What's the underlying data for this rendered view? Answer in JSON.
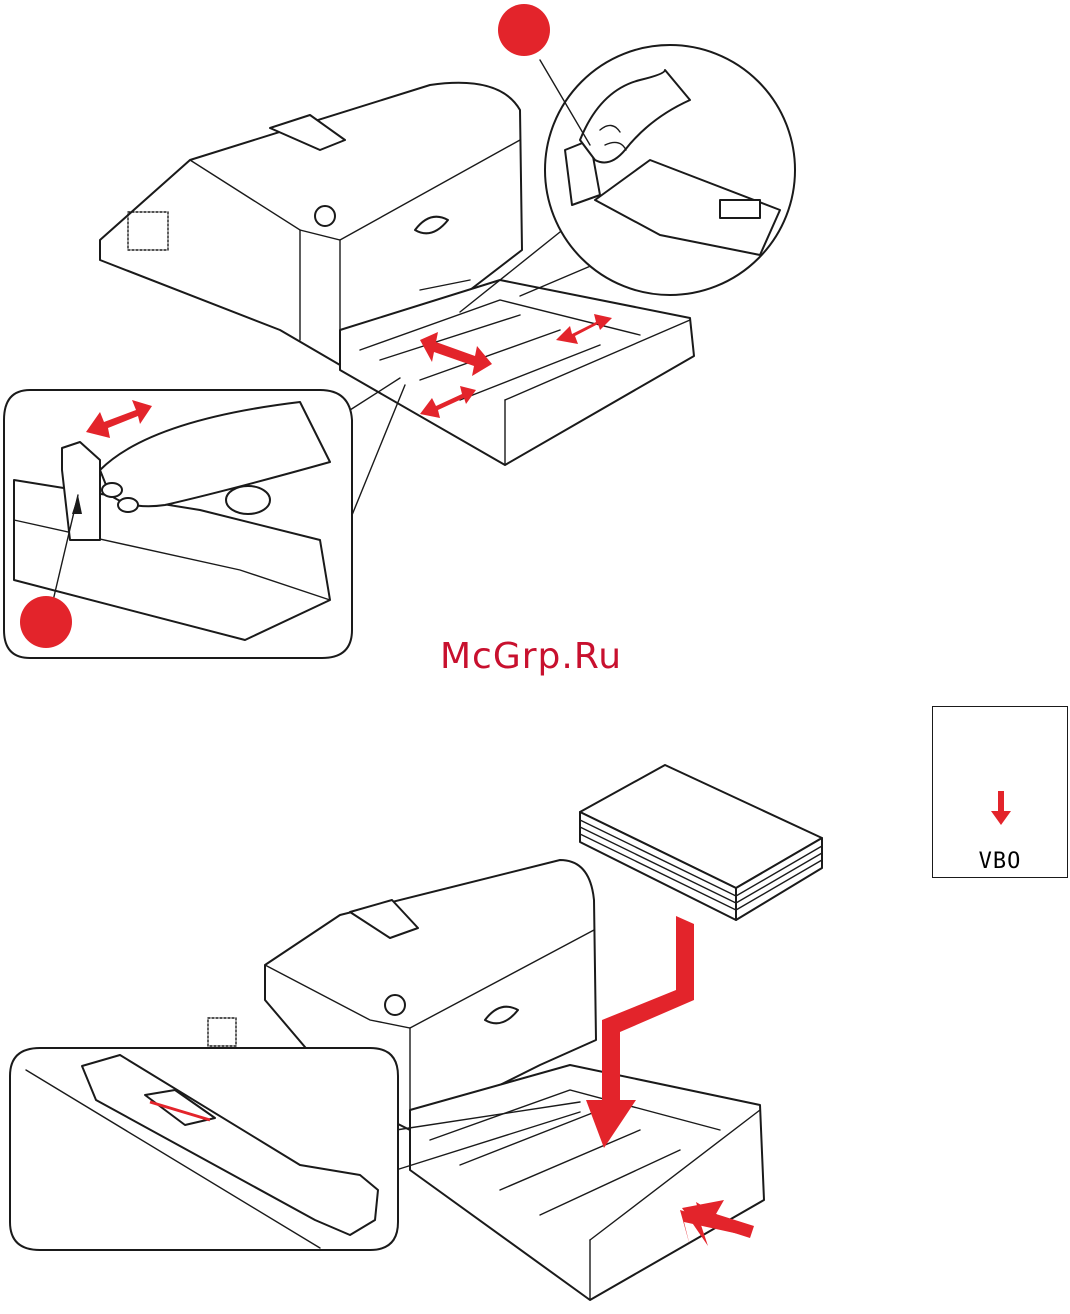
{
  "watermark": {
    "text": "McGrp.Ru",
    "color": "#c8102e"
  },
  "paper_label": {
    "text": "VBO"
  },
  "colors": {
    "accent": "#e3242b",
    "line": "#1a1a1a",
    "background": "#ffffff"
  },
  "icons": [
    "red-dot-marker",
    "double-arrow",
    "push-arrow",
    "down-arrow"
  ]
}
